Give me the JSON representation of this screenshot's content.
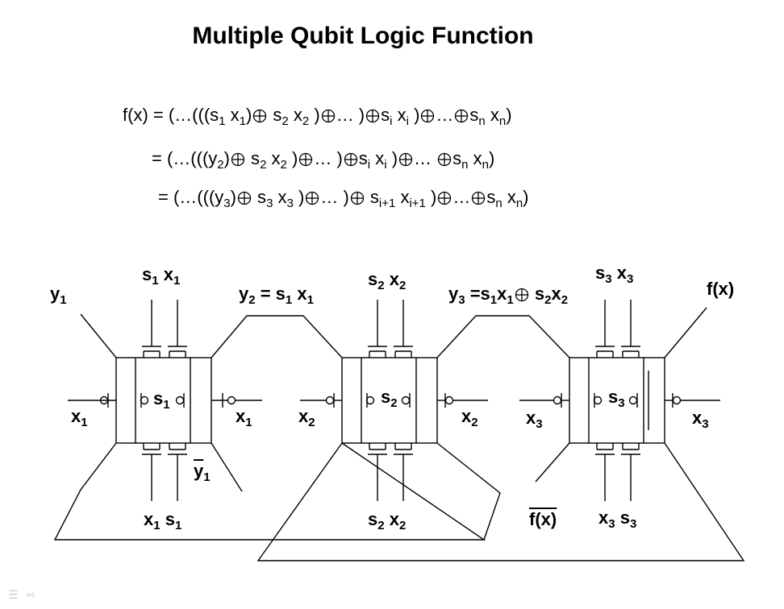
{
  "title": "Multiple Qubit Logic Function",
  "equations": {
    "line1": {
      "lead": "f(x) = (…(((",
      "t1": "s",
      "t1s": "1",
      "t2": " x",
      "t2s": "1",
      "t3": ")",
      "t4": " s",
      "t4s": "2",
      "t5": " x",
      "t5s": "2",
      "t6": " )",
      "t7": "… )",
      "t8": "s",
      "t8s": "i",
      "t9": " x",
      "t9s": "i",
      "t10": " )",
      "t11": "…",
      "t12": "s",
      "t12s": "n",
      "t13": " x",
      "t13s": "n",
      "t14": ")"
    },
    "line2": {
      "lead": "= (…(((y",
      "t1s": "2",
      "t2": ")",
      "t3": " s",
      "t3s": "2",
      "t4": " x",
      "t4s": "2",
      "t5": " )",
      "t6": "… )",
      "t7": "s",
      "t7s": "i",
      "t8": " x",
      "t8s": "i",
      "t9": " )",
      "t10": "… ",
      "t11": "s",
      "t11s": "n",
      "t12": " x",
      "t12s": "n",
      "t13": ")"
    },
    "line3": {
      "lead": "= (…(((y",
      "t1s": "3",
      "t2": ")",
      "t3": " s",
      "t3s": "3",
      "t4": " x",
      "t4s": "3",
      "t5": " )",
      "t6": "… )",
      "t7": " s",
      "t7s": "i+1",
      "t8": " x",
      "t8s": "i+1",
      "t9": " )",
      "t10": "…",
      "t11": "s",
      "t11s": "n",
      "t12": " x",
      "t12s": "n",
      "t13": ")"
    }
  },
  "labels": {
    "y1": {
      "base": "y",
      "sub": "1"
    },
    "y1bar": {
      "base": "y",
      "sub": "1"
    },
    "y2eq": {
      "a": "y",
      "as": "2",
      "b": " = s",
      "bs": "1",
      "c": " x",
      "cs": "1"
    },
    "y3eq": {
      "a": "y",
      "as": "3",
      "b": " =s",
      "bs": "1",
      "c": "x",
      "cs": "1",
      "d": " s",
      "ds": "2",
      "e": "x",
      "es": "2"
    },
    "fx": "f(x)",
    "fxbar": "f(x)",
    "g1_top": {
      "s": "s",
      "ss": "1",
      "x": "x",
      "xs": "1"
    },
    "g1_bottom": {
      "x": "x",
      "xs": "1",
      "s": "s",
      "ss": "1"
    },
    "g1_mid": {
      "s": "s",
      "ss": "1"
    },
    "g1_left": {
      "x": "x",
      "xs": "1"
    },
    "g1_right": {
      "x": "x",
      "xs": "1"
    },
    "g2_top": {
      "s": "s",
      "ss": "2",
      "x": "x",
      "xs": "2"
    },
    "g2_bottom": {
      "s": "s",
      "ss": "2",
      "x": "x",
      "xs": "2"
    },
    "g2_mid": {
      "s": "s",
      "ss": "2"
    },
    "g2_left": {
      "x": "x",
      "xs": "2"
    },
    "g2_right": {
      "x": "x",
      "xs": "2"
    },
    "g3_top": {
      "s": "s",
      "ss": "3",
      "x": "x",
      "xs": "3"
    },
    "g3_bottom": {
      "x": "x",
      "xs": "3",
      "s": "s",
      "ss": "3"
    },
    "g3_mid": {
      "s": "s",
      "ss": "3"
    },
    "g3_left": {
      "x": "x",
      "xs": "3"
    },
    "g3_right": {
      "x": "x",
      "xs": "3"
    }
  },
  "nav_icons": [
    "slide-menu-icon",
    "next-arrow-icon"
  ]
}
